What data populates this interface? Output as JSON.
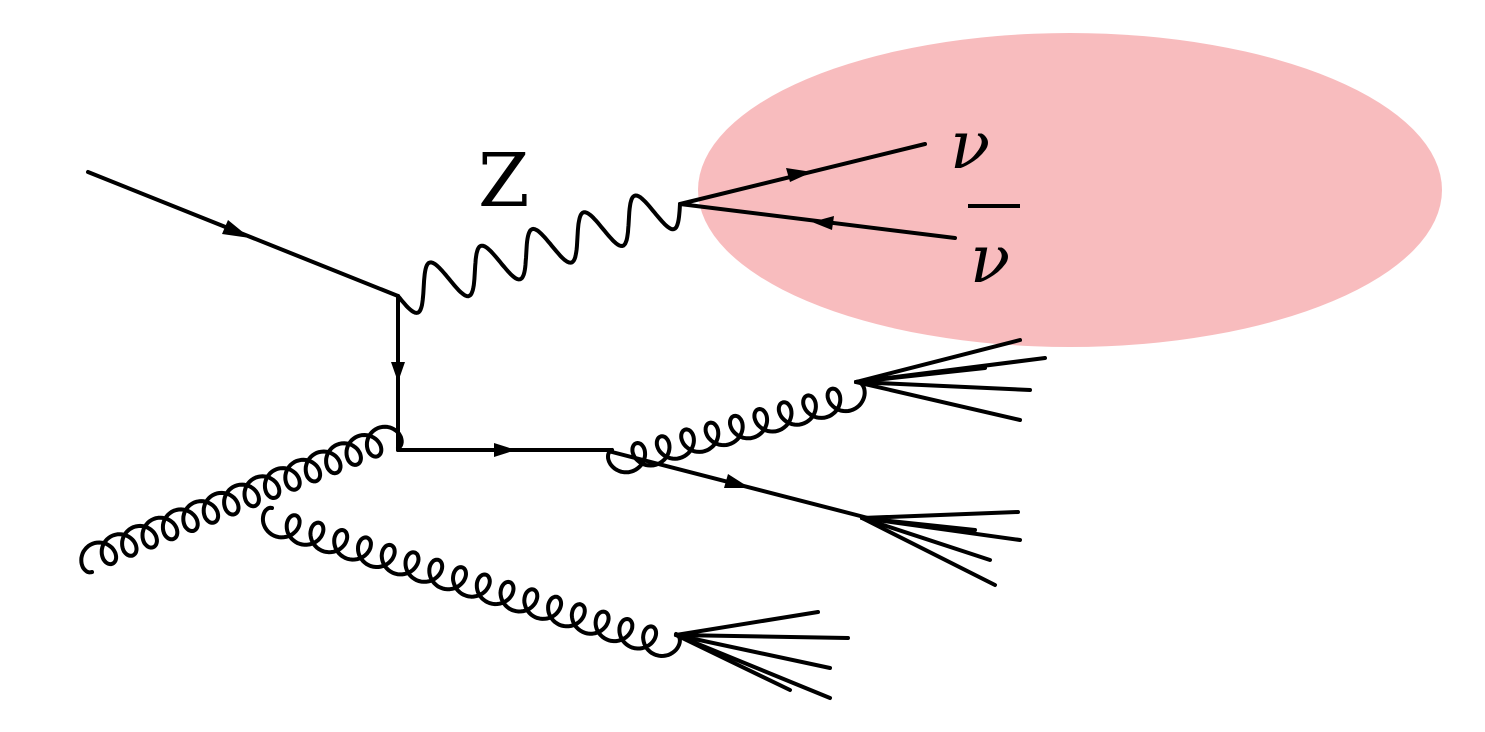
{
  "diagram": {
    "labels": {
      "boson": "Z",
      "neutrino": "ν",
      "antineutrino": "ν"
    },
    "colors": {
      "highlight_ellipse": "#f8bcbe",
      "line": "#000000",
      "background": "#ffffff"
    },
    "particles": [
      {
        "kind": "incoming-quark",
        "icon": "fermion-line-with-arrow"
      },
      {
        "kind": "z-boson",
        "icon": "wavy-line"
      },
      {
        "kind": "neutrino",
        "icon": "fermion-line-with-arrow"
      },
      {
        "kind": "antineutrino",
        "icon": "fermion-line-with-arrow"
      },
      {
        "kind": "propagator-quark",
        "icon": "fermion-line-with-arrow"
      },
      {
        "kind": "outgoing-quark",
        "icon": "fermion-line-with-arrow"
      },
      {
        "kind": "gluon",
        "icon": "curly-line"
      },
      {
        "kind": "jet",
        "icon": "fan-of-lines"
      }
    ]
  }
}
